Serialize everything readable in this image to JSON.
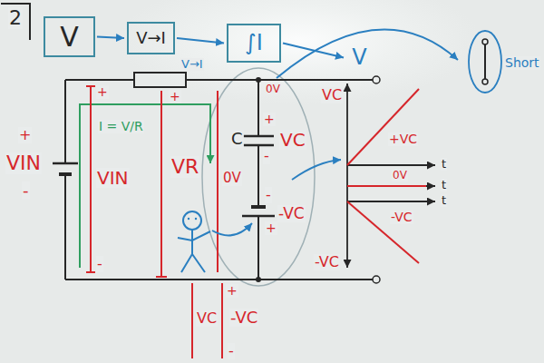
{
  "diagram": {
    "nodes": [
      {
        "text": [
          "V"
        ]
      },
      {
        "text": [
          "V→I"
        ]
      },
      {
        "text": [
          "∫I"
        ]
      },
      {
        "text": [
          "V"
        ]
      }
    ],
    "edges": [
      {
        "from": 0,
        "to": 1,
        "arrow": "to"
      },
      {
        "from": 1,
        "to": 2,
        "arrow": "to"
      },
      {
        "from": 2,
        "to": 3,
        "arrow": "to"
      }
    ],
    "labels": [
      "2",
      "+",
      "VIN",
      "-",
      "+",
      "VIN",
      "-",
      "V→I",
      "+",
      "I = V/R",
      "VR",
      "0V",
      "+",
      "C",
      "VC",
      "-",
      "0V",
      "-",
      "-VC",
      "+",
      "VC",
      "+VC",
      "t",
      "0V",
      "t",
      "-VC",
      "t",
      "-VC",
      "Short",
      "+",
      "VC",
      "-VC",
      "-"
    ]
  }
}
